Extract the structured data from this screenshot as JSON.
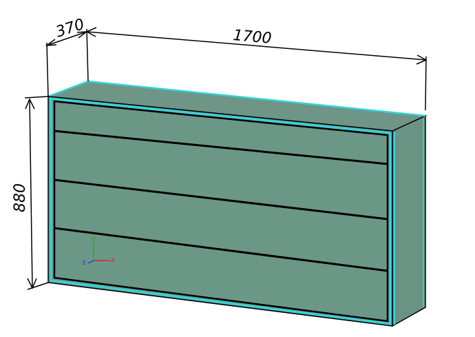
{
  "dimensions": {
    "depth": "370",
    "width": "1700",
    "height": "880"
  },
  "axes": {
    "x": "x",
    "y": "y",
    "z": "z",
    "x_color": "#e02020",
    "y_color": "#20b020",
    "z_color": "#2040e0"
  },
  "colors": {
    "panel_fill": "#6b9787",
    "top_fill": "#6e9585",
    "side_fill": "#6a9384",
    "edge_highlight": "#35d3dc",
    "outline": "#000000"
  },
  "drawers": {
    "count": 4
  }
}
